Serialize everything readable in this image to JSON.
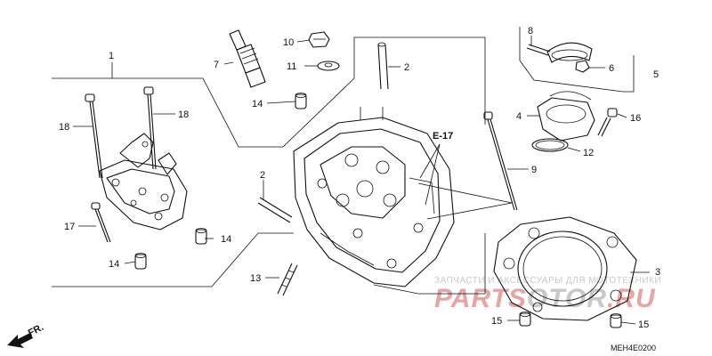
{
  "diagram": {
    "labels": {
      "c1": "1",
      "c2": "2",
      "c2b": "2",
      "c3": "3",
      "c4": "4",
      "c5": "5",
      "c6": "6",
      "c7": "7",
      "c8": "8",
      "c9": "9",
      "c10": "10",
      "c11": "11",
      "c12": "12",
      "c13": "13",
      "c14a": "14",
      "c14b": "14",
      "c14c": "14",
      "c15a": "15",
      "c15b": "15",
      "c16": "16",
      "c17": "17",
      "c18a": "18",
      "c18b": "18",
      "ref": "E-17"
    },
    "fr_label": "FR.",
    "code": "MEH4E0200",
    "watermark": {
      "top": "ЗАПЧАСТИ И АКСЕССУАРЫ ДЛЯ МОТОТЕХНИКИ",
      "big_a": "PARTS",
      "big_b": "OTOR",
      "big_c": ".RU",
      "color_red": "#e8a3a3",
      "color_grey": "#c8c8c8"
    }
  }
}
